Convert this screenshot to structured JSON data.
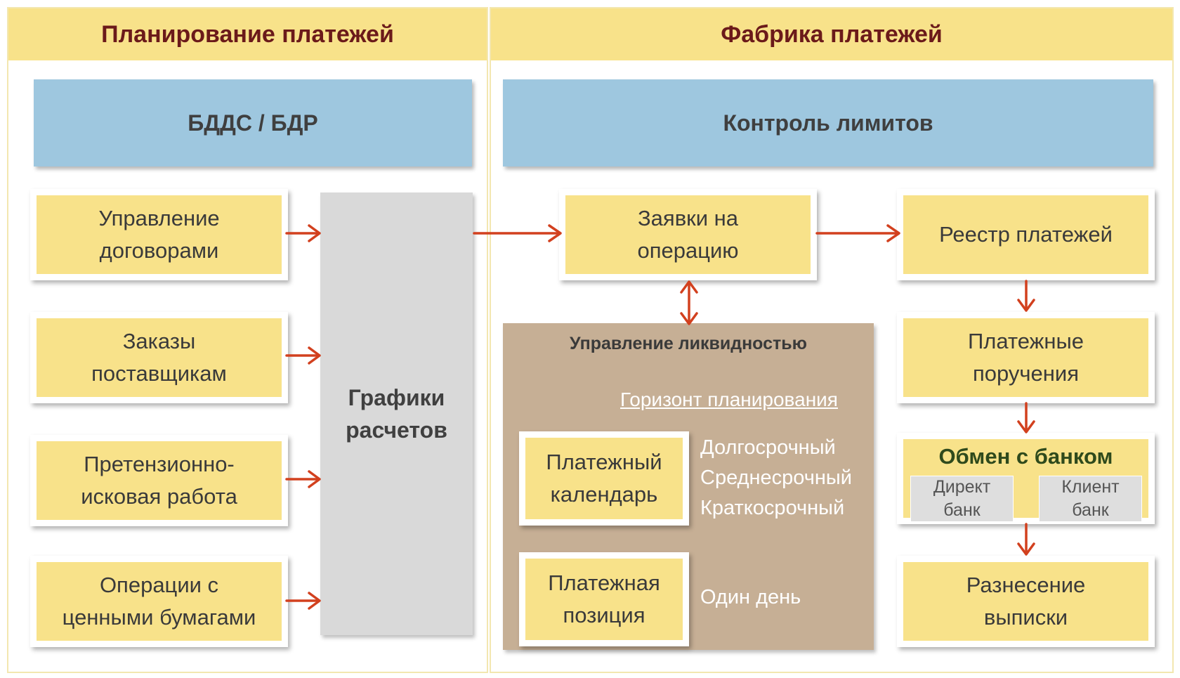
{
  "left": {
    "header": "Планирование платежей",
    "top_bar": "БДДС / БДР",
    "items": [
      [
        "Управление",
        "договорами"
      ],
      [
        "Заказы",
        "поставщикам"
      ],
      [
        "Претензионно-",
        "исковая работа"
      ],
      [
        "Операции  с",
        "ценными  бумагами"
      ]
    ],
    "schedules": [
      "Графики",
      "расчетов"
    ]
  },
  "right": {
    "header": "Фабрика платежей",
    "top_bar": "Контроль лимитов",
    "requests": [
      "Заявки на",
      "операцию"
    ],
    "registry": "Реестр платежей",
    "orders": [
      "Платежные",
      "поручения"
    ],
    "bank": {
      "title": "Обмен с банком",
      "direct": [
        "Директ",
        "банк"
      ],
      "client": [
        "Клиент",
        "банк"
      ]
    },
    "statement": [
      "Разнесение",
      "выписки"
    ],
    "liquidity": {
      "title": "Управление  ликвидностью",
      "horizon": "Горизонт  планирования",
      "calendar": [
        "Платежный",
        "календарь"
      ],
      "horizons": [
        "Долгосрочный",
        "Среднесрочный",
        "Краткосрочный"
      ],
      "position": [
        "Платежная",
        "позиция"
      ],
      "one_day": "Один день"
    }
  },
  "colors": {
    "header_fill": "#f8e28a",
    "header_text": "#6b1a1a",
    "blue_bar": "#9ec7df",
    "box_fill": "#f8e28a",
    "gray_box": "#d9d9d9",
    "liquidity_fill": "#c6af95",
    "arrow": "#d2401e"
  }
}
